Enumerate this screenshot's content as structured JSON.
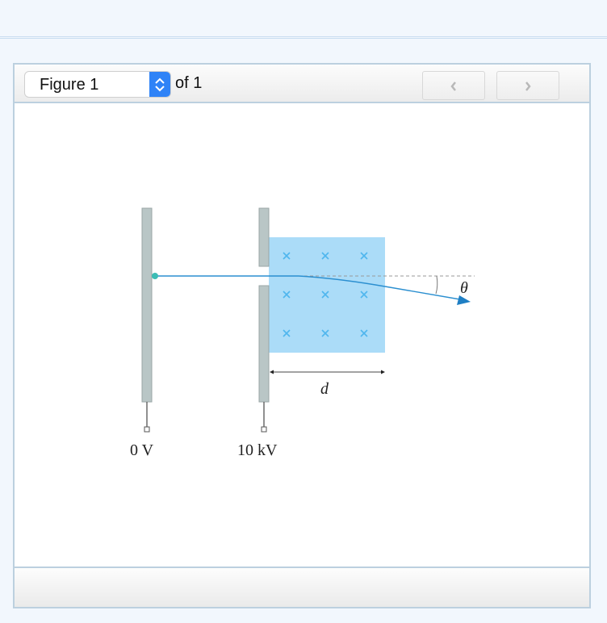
{
  "toolbar": {
    "figure_select": {
      "value": "Figure 1"
    },
    "page_count_label": "of 1",
    "prev_button": {
      "icon": "chevron-left-icon",
      "enabled": false
    },
    "next_button": {
      "icon": "chevron-right-icon",
      "enabled": false
    }
  },
  "figure": {
    "plate_left_label": "0 V",
    "plate_right_label": "10 kV",
    "distance_label": "d",
    "angle_label": "θ",
    "field_symbol": "×",
    "colors": {
      "plate": "#b9c6c6",
      "field": "#abdcf8",
      "field_marks": "#4fb6ee",
      "beam": "#2b8fd0",
      "source_dot": "#3cbdb5"
    }
  }
}
